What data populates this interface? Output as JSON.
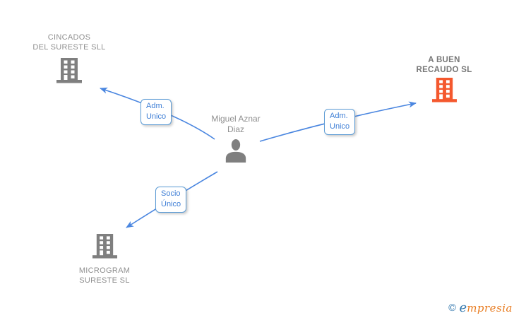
{
  "graph": {
    "person": {
      "name": [
        "Miguel Aznar",
        "Diaz"
      ]
    },
    "companies": [
      {
        "id": "cincados",
        "name": [
          "CINCADOS",
          "DEL SURESTE SLL"
        ]
      },
      {
        "id": "abuen",
        "name": [
          "A BUEN",
          "RECAUDO SL"
        ]
      },
      {
        "id": "microgram",
        "name": [
          "MICROGRAM",
          "SURESTE SL"
        ]
      }
    ],
    "relationships": [
      {
        "from": "Miguel Aznar Diaz",
        "to": "CINCADOS DEL SURESTE SLL",
        "label": [
          "Adm.",
          "Unico"
        ]
      },
      {
        "from": "Miguel Aznar Diaz",
        "to": "A BUEN RECAUDO SL",
        "label": [
          "Adm.",
          "Unico"
        ]
      },
      {
        "from": "Miguel Aznar Diaz",
        "to": "MICROGRAM SURESTE SL",
        "label": [
          "Socio",
          "Único"
        ]
      }
    ]
  },
  "footer": {
    "copyright_symbol": "©",
    "brand_first_letter": "e",
    "brand_rest": "mpresia"
  },
  "colors": {
    "edge-blue": "#4a86e0",
    "label-blue": "#3f7fd6",
    "label-border": "#5b9bd5",
    "node-gray": "#7f7f7f",
    "node-orange": "#f4582e",
    "text-gray": "#8f8f8f",
    "text-bold-gray": "#777777",
    "logo-blue": "#3579ae",
    "logo-orange": "#e87b1f"
  }
}
